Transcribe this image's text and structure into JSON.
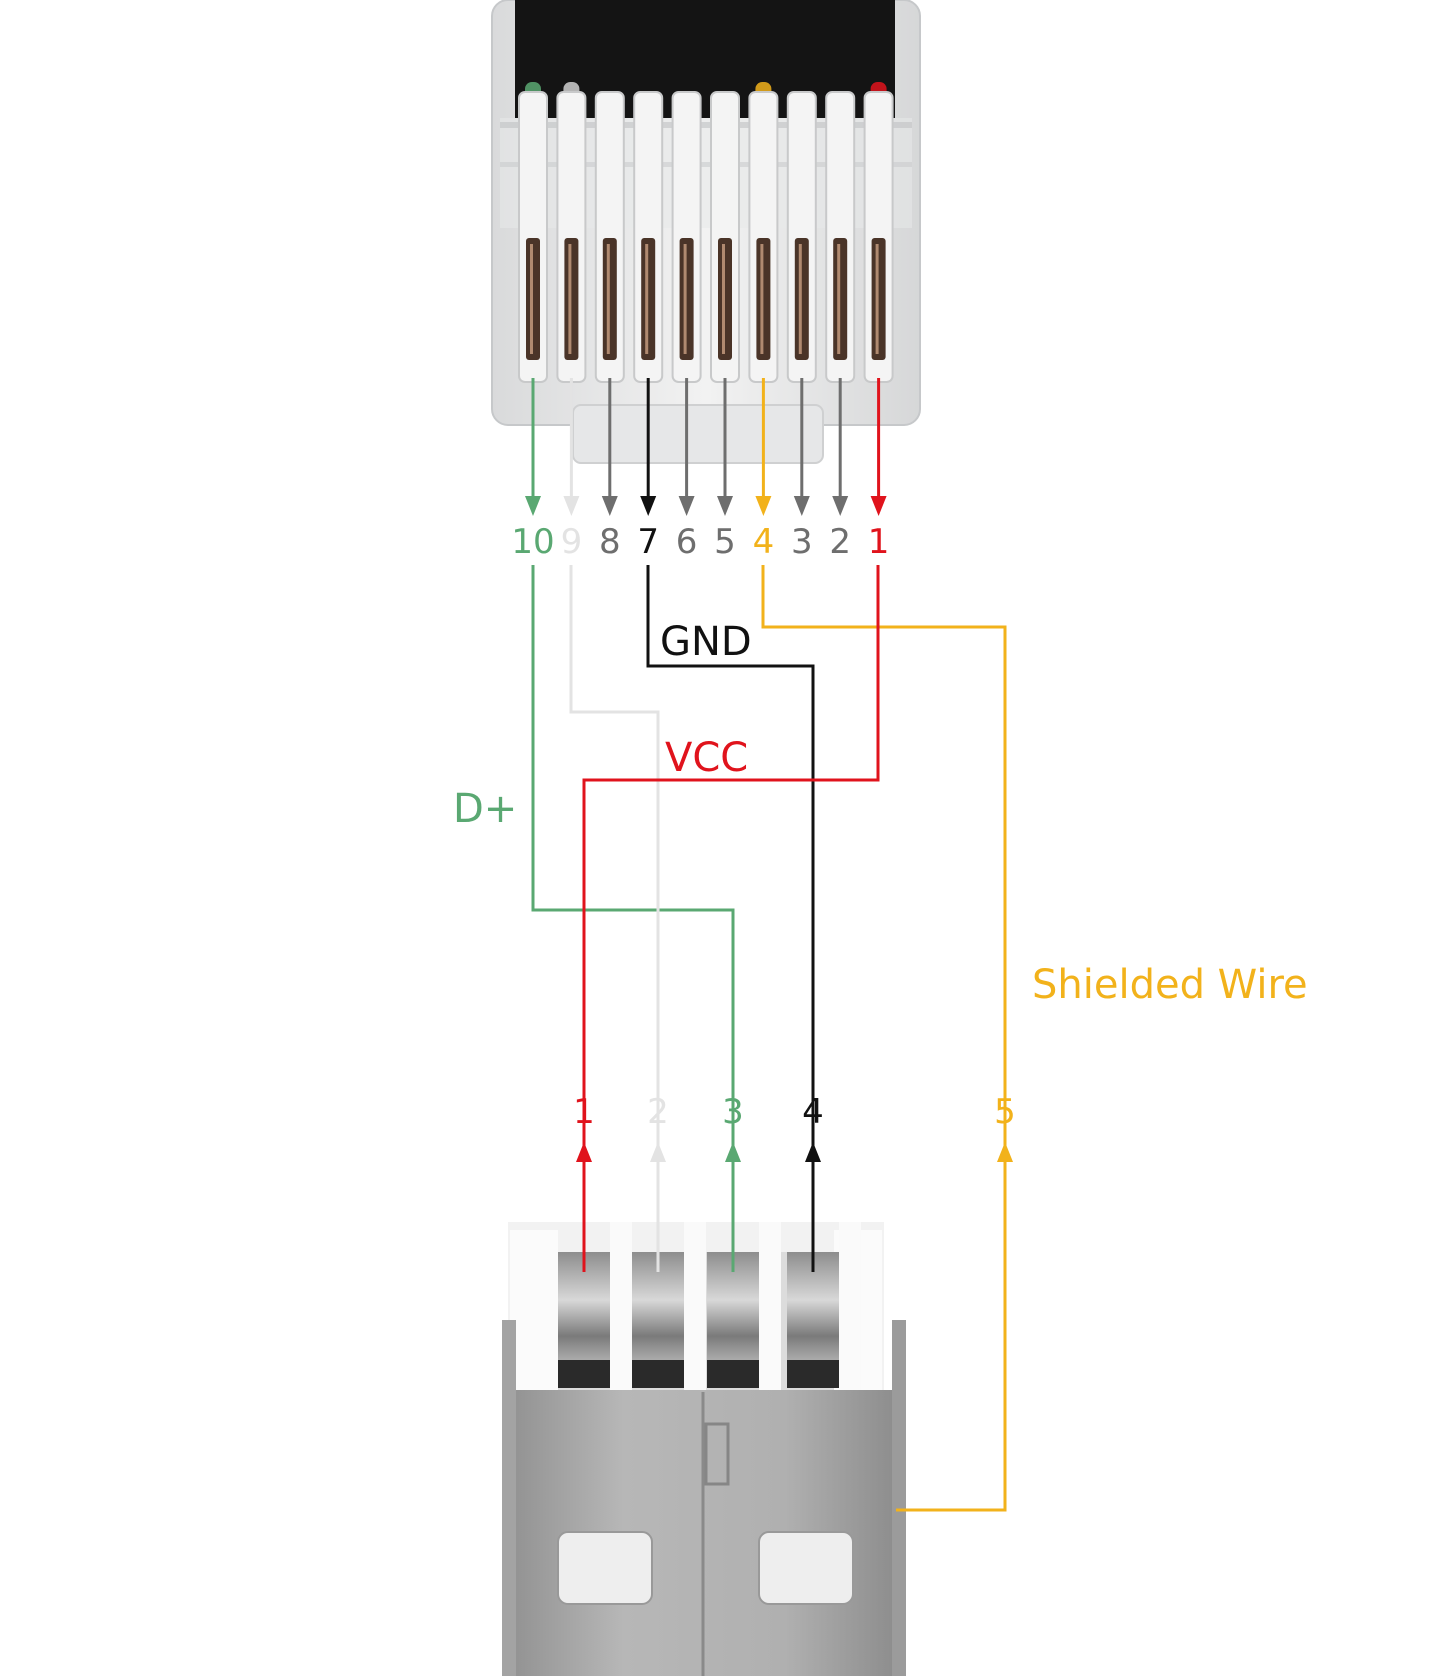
{
  "colors": {
    "green": "#5aa872",
    "light": "#e3e3e3",
    "gray": "#6e6e6e",
    "black": "#111111",
    "yellow": "#f2b21b",
    "red": "#e0131c"
  },
  "rj_pins": [
    {
      "label": "10",
      "color": "green"
    },
    {
      "label": "9",
      "color": "light"
    },
    {
      "label": "8",
      "color": "gray"
    },
    {
      "label": "7",
      "color": "black"
    },
    {
      "label": "6",
      "color": "gray"
    },
    {
      "label": "5",
      "color": "gray"
    },
    {
      "label": "4",
      "color": "yellow"
    },
    {
      "label": "3",
      "color": "gray"
    },
    {
      "label": "2",
      "color": "gray"
    },
    {
      "label": "1",
      "color": "red"
    }
  ],
  "usb_pins": [
    {
      "label": "1",
      "color": "red"
    },
    {
      "label": "2",
      "color": "light"
    },
    {
      "label": "3",
      "color": "green"
    },
    {
      "label": "4",
      "color": "black"
    },
    {
      "label": "5",
      "color": "yellow"
    }
  ],
  "wire_labels": {
    "gnd": "GND",
    "vcc": "VCC",
    "dplus": "D+",
    "shield": "Shielded Wire"
  },
  "connections": [
    {
      "from": "10",
      "to": "3",
      "name": "D+"
    },
    {
      "from": "9",
      "to": "2"
    },
    {
      "from": "7",
      "to": "4",
      "name": "GND"
    },
    {
      "from": "4",
      "to": "5",
      "name": "Shielded Wire"
    },
    {
      "from": "1",
      "to": "1",
      "name": "VCC"
    }
  ]
}
